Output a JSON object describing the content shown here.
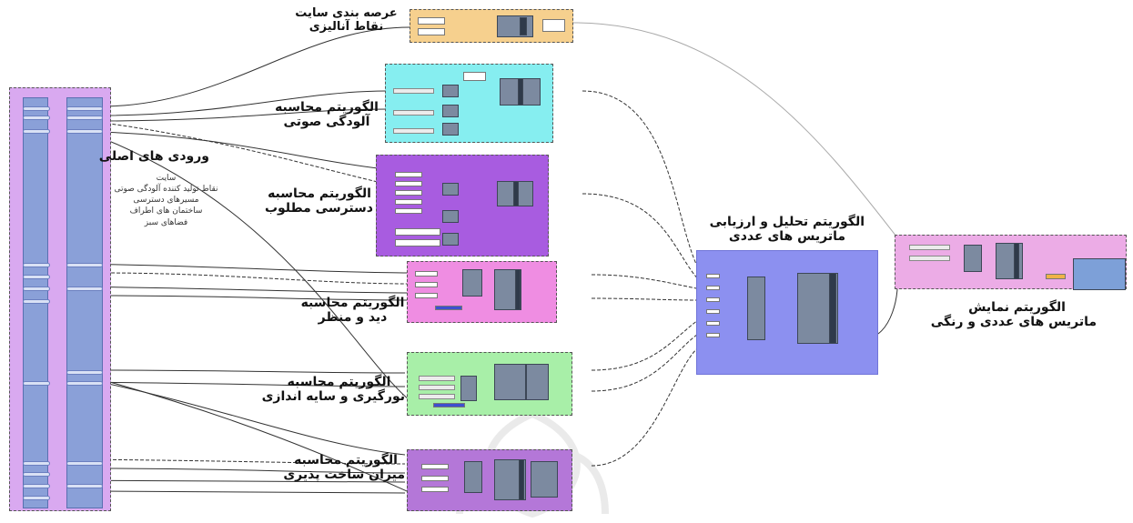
{
  "modules": {
    "inputs": {
      "title": "ورودی های اصلی",
      "items": [
        "سایت",
        "نقاط تولید کننده آلودگی صوتی",
        "مسیرهای دسترسی",
        "ساختمان های اطراف",
        "فضاهای سبز"
      ]
    },
    "zoning": {
      "title_line1": "عرصه بندی سایت",
      "title_line2": "نقاط آنالیزی"
    },
    "noise": {
      "title_line1": "الگوریتم محاسبه",
      "title_line2": "آلودگی صوتی"
    },
    "access": {
      "title_line1": "الگوریتم محاسبه",
      "title_line2": "دسترسی مطلوب"
    },
    "view": {
      "title_line1": "الگوریتم محاسبه",
      "title_line2": "دید و منظر"
    },
    "light": {
      "title_line1": "الگوریتم محاسبه",
      "title_line2": "نورگیری و سایه اندازی"
    },
    "build": {
      "title_line1": "الگوریتم محاسبه",
      "title_line2": "میزان ساخت پذیری"
    },
    "analysis": {
      "title_line1": "الگوریتم تحلیل و ارزیابی",
      "title_line2": "ماتریس های عددی"
    },
    "display": {
      "title_line1": "الگوریتم نمایش",
      "title_line2": "ماتریس های عددی و رنگی"
    }
  },
  "colors": {
    "inputs_group": "#d9a9f0",
    "input_column": "#8aa0d8",
    "zoning_group": "#f6d08e",
    "noise_group": "#86eef0",
    "access_group": "#a85ce0",
    "view_group": "#ef8de2",
    "light_group": "#a8efa8",
    "build_group": "#b477d8",
    "analysis_group": "#8c90f0",
    "display_group": "#ecace6",
    "wire": "#333333"
  }
}
